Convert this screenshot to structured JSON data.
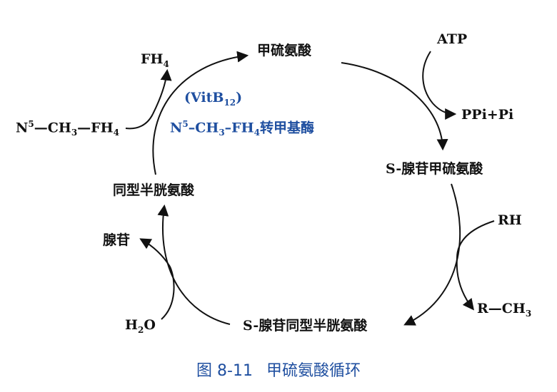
{
  "nodes": {
    "methionine": "甲硫氨酸",
    "sam": "S-腺苷甲硫氨酸",
    "sah": "S-腺苷同型半胱氨酸",
    "homocysteine": "同型半胱氨酸"
  },
  "side": {
    "atp": "ATP",
    "ppi_pi": "PPi+Pi",
    "rh": "RH",
    "r_ch3_prefix": "R—CH",
    "r_ch3_sub": "3",
    "adenosine": "腺苷",
    "h2o_h": "H",
    "h2o_sub": "2",
    "h2o_o": "O",
    "fh4_text": "FH",
    "fh4_sub": "4",
    "n5_sup": "5",
    "n5_text1": "N",
    "n5_text2": "—CH",
    "n5_sub1": "3",
    "n5_text3": "—FH",
    "n5_sub2": "4"
  },
  "enzyme": {
    "vitb12_open": "(VitB",
    "vitb12_sub": "12",
    "vitb12_close": ")",
    "n": "N",
    "sup5": "5",
    "ch": "–CH",
    "sub3": "3",
    "fh": "–FH",
    "sub4": "4",
    "name": "转甲基酶"
  },
  "caption": {
    "figure_no": "图 8-11",
    "title": "甲硫氨酸循环"
  },
  "colors": {
    "enzyme": "#1f4fa0",
    "caption": "#1f4fa0",
    "ink": "#111111"
  }
}
